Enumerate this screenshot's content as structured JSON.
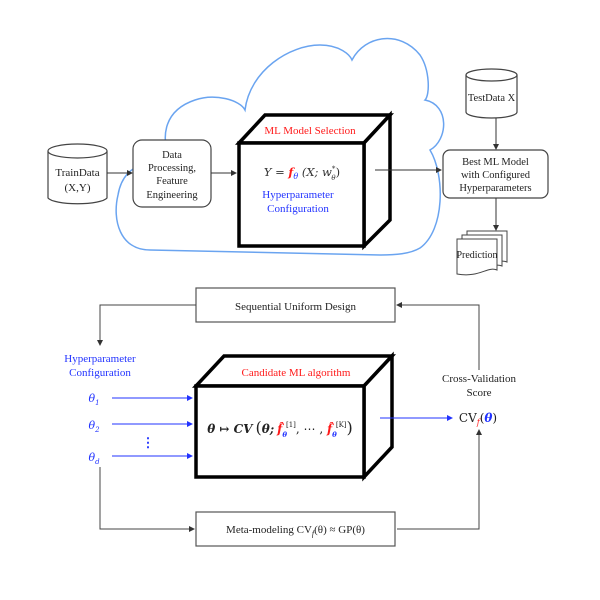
{
  "top_pipeline": {
    "train_data": {
      "line1": "TrainData",
      "line2": "(X,Y)"
    },
    "data_processing": {
      "line1": "Data",
      "line2": "Processing,",
      "line3": "Feature",
      "line4": "Engineering"
    },
    "model_cube": {
      "title": "ML Model Selection",
      "formula_lhs": "Y = ",
      "formula_f": "f",
      "formula_theta": "θ",
      "formula_rest": " (X; w",
      "formula_star": "*",
      "formula_sub": "θ",
      "formula_close": ")",
      "config_line1": "Hyperparameter",
      "config_line2": "Configuration"
    },
    "test_data": {
      "label": "TestData X"
    },
    "best_model": {
      "line1": "Best ML Model",
      "line2": "with Configured",
      "line3": "Hyperparameters"
    },
    "prediction": {
      "label": "Prediction"
    }
  },
  "bottom_loop": {
    "sequential_design": {
      "label": "Sequential Uniform Design"
    },
    "hyperparameter_config": {
      "line1": "Hyperparameter",
      "line2": "Configuration"
    },
    "thetas": [
      {
        "symbol": "θ",
        "sub": "1"
      },
      {
        "symbol": "θ",
        "sub": "2"
      },
      {
        "symbol": "θ",
        "sub": "d"
      }
    ],
    "ellipsis": "⋮",
    "candidate_cube": {
      "title": "Candidate ML algorithm",
      "map_lhs": "θ ↦ CV",
      "open": "(",
      "theta": "θ;",
      "fhat": "f̂",
      "sub": "θ",
      "sup1": "[1]",
      "dots": ", ⋯ , ",
      "supK": "[K]",
      "close": ")"
    },
    "cv_score": {
      "line1": "Cross-Validation",
      "line2": "Score",
      "cv": "CV",
      "cv_sub": "f",
      "arg_open": "(",
      "arg": "θ",
      "arg_close": ")"
    },
    "meta_modeling": {
      "prefix": "Meta-modeling  CV",
      "sub": "f",
      "mid": "(θ) ≈ GP(θ)"
    }
  },
  "colors": {
    "cloud": "#6aa4f0",
    "accent_red": "#ff1a1a",
    "accent_blue": "#2233ff",
    "line": "#444444"
  }
}
